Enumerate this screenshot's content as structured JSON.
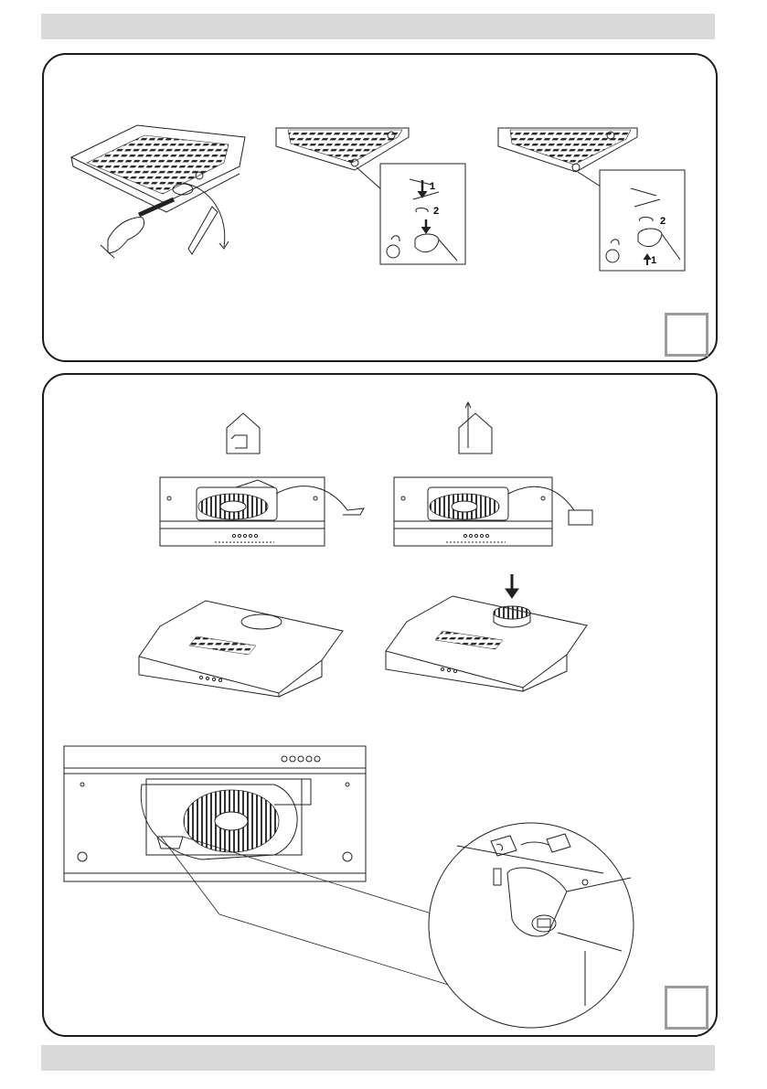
{
  "page": {
    "header_band": "",
    "footer_band": ""
  },
  "figure_a": {
    "steps": [
      {
        "label_1": "1",
        "label_2": "2"
      },
      {
        "label_1": "1",
        "label_2": "2"
      }
    ]
  },
  "figure_b": {
    "modes": [
      "recirculation",
      "extraction"
    ]
  },
  "icons": [
    "hood-underside",
    "grease-filter-release",
    "carbon-filter-install",
    "carbon-filter-remove",
    "house-recirculation",
    "house-extraction",
    "hood-front-view",
    "hood-top-view",
    "duct-adapter",
    "fan-motor",
    "magnified-detail"
  ],
  "colors": {
    "outline": "#1b1b1b",
    "band": "#d9d9d9",
    "marker": "#9b9b9b"
  }
}
